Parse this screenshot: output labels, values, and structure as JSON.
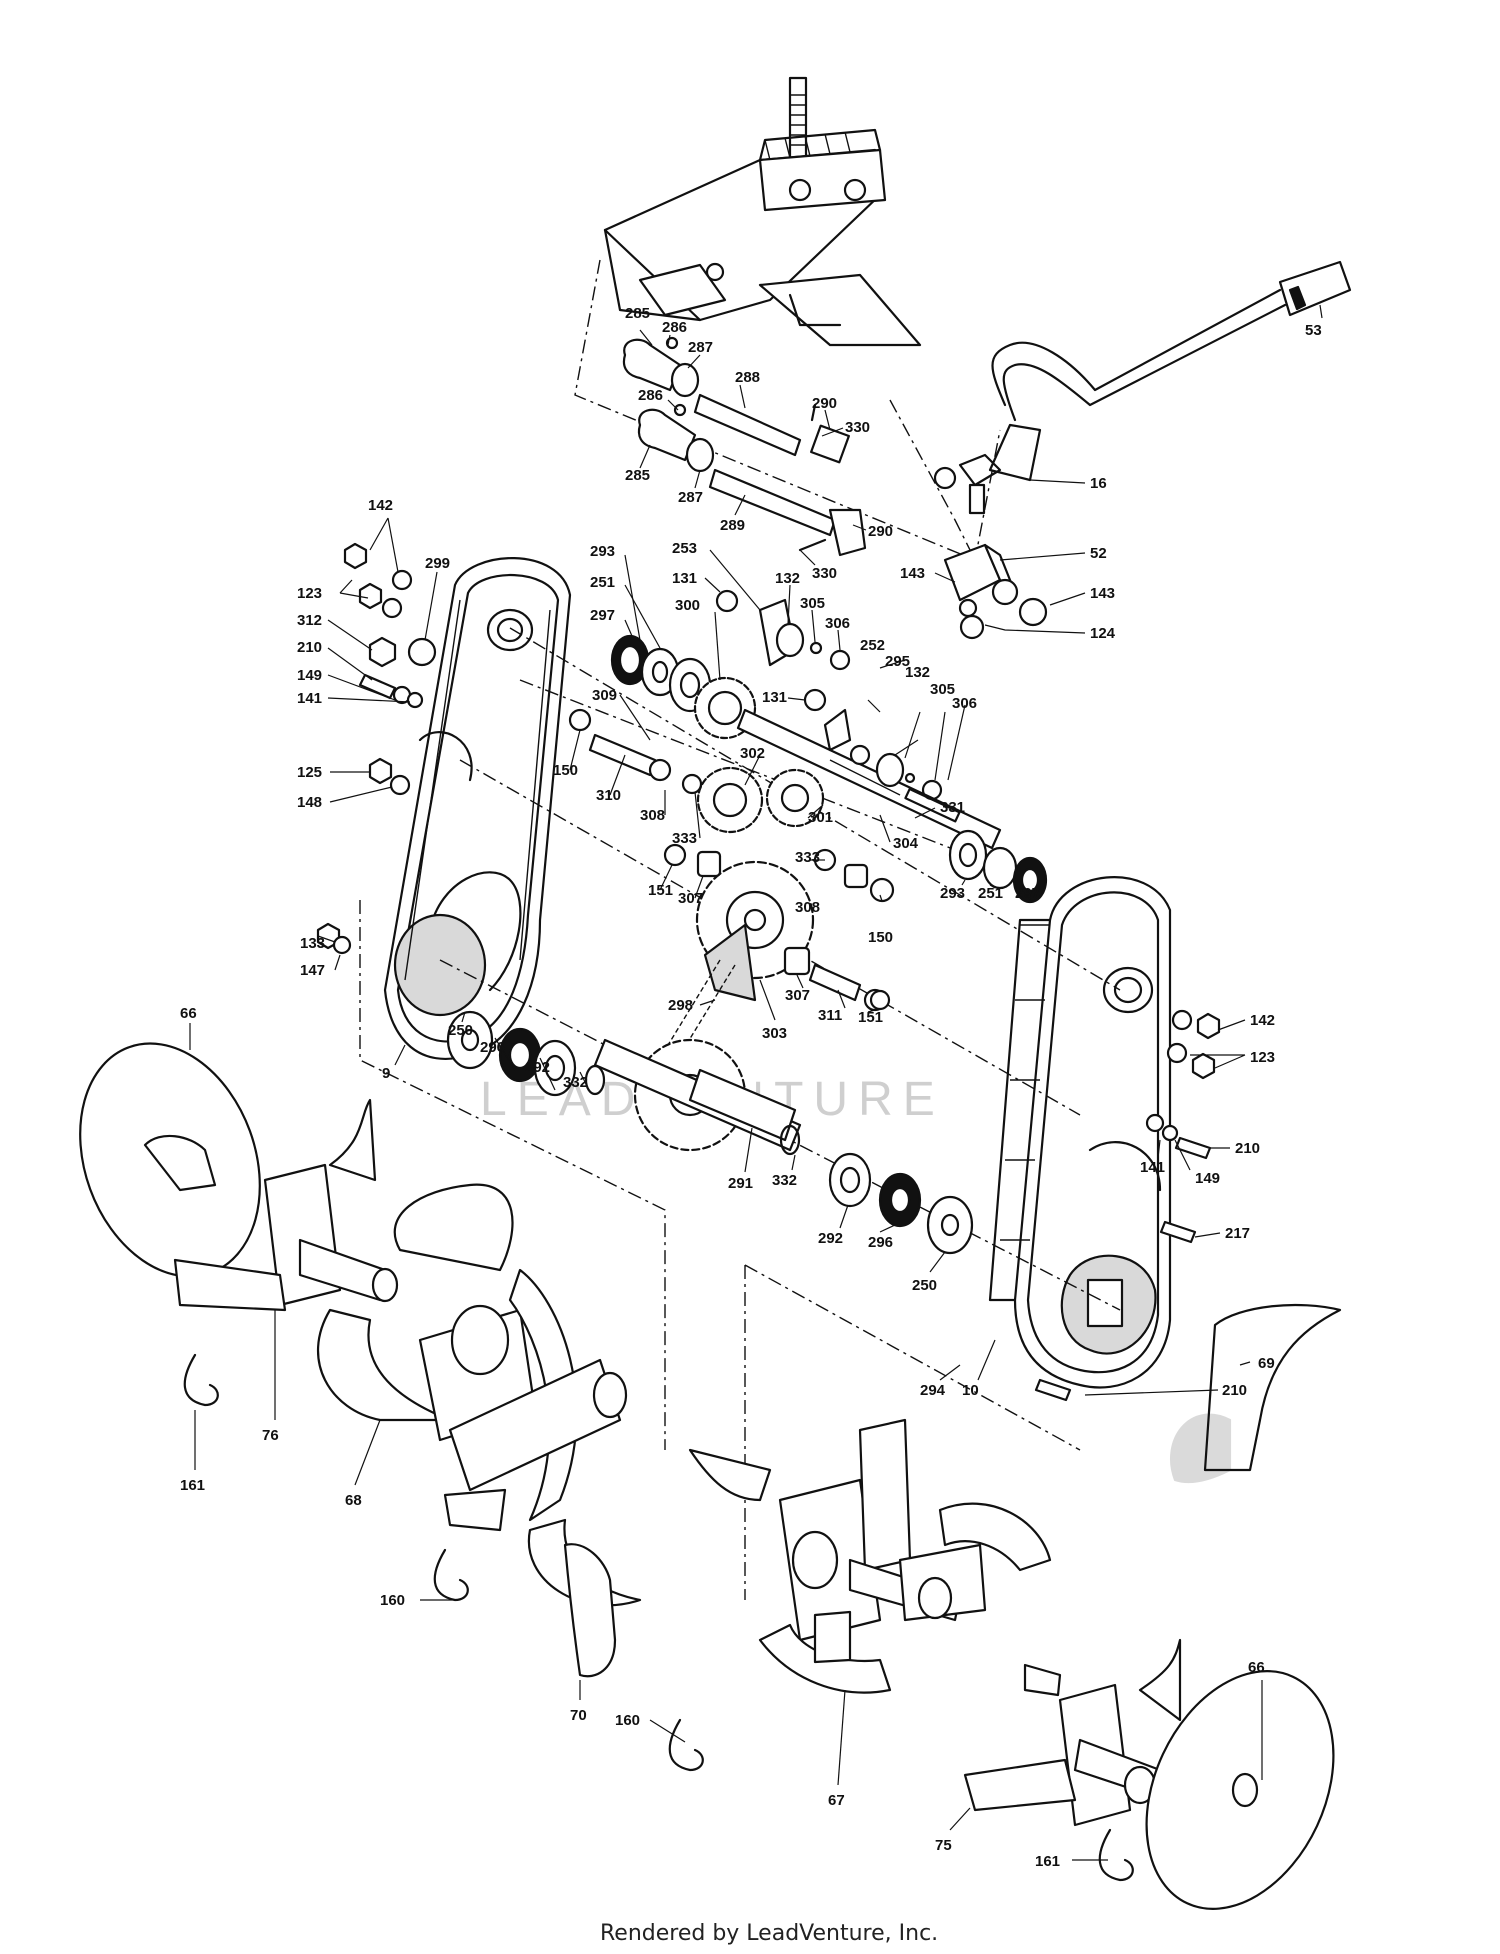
{
  "watermark": "LEADVENTURE",
  "footer": {
    "credit": "Rendered by LeadVenture, Inc."
  },
  "labels": {
    "l285a": "285",
    "l286a": "286",
    "l287a": "287",
    "l288": "288",
    "l290a": "290",
    "l330a": "330",
    "l286b": "286",
    "l285b": "285",
    "l287b": "287",
    "l289": "289",
    "l290b": "290",
    "l330b": "330",
    "l53": "53",
    "l16": "16",
    "l52": "52",
    "l143a": "143",
    "l143b": "143",
    "l124": "124",
    "l142a": "142",
    "l123a": "123",
    "l299": "299",
    "l312": "312",
    "l210a": "210",
    "l149a": "149",
    "l141a": "141",
    "l125": "125",
    "l148": "148",
    "l293a": "293",
    "l251a": "251",
    "l297a": "297",
    "l300": "300",
    "l253": "253",
    "l131a": "131",
    "l132a": "132",
    "l305a": "305",
    "l306a": "306",
    "l252": "252",
    "l131b": "131",
    "l295": "295",
    "l132b": "132",
    "l305b": "305",
    "l306b": "306",
    "l309": "309",
    "l150a": "150",
    "l310": "310",
    "l302": "302",
    "l308a": "308",
    "l333a": "333",
    "l301": "301",
    "l331": "331",
    "l304": "304",
    "l333b": "333",
    "l308b": "308",
    "l151a": "151",
    "l307a": "307",
    "l293b": "293",
    "l251b": "251",
    "l297b": "297",
    "l150b": "150",
    "l307b": "307",
    "l311": "311",
    "l151b": "151",
    "l303": "303",
    "l133": "133",
    "l147": "147",
    "l250a": "250",
    "l296a": "296",
    "l292a": "292",
    "l332a": "332",
    "l298": "298",
    "l9": "9",
    "l66a": "66",
    "l142b": "142",
    "l123b": "123",
    "l210b": "210",
    "l141b": "141",
    "l149b": "149",
    "l217": "217",
    "l291": "291",
    "l332b": "332",
    "l292b": "292",
    "l296b": "296",
    "l250b": "250",
    "l210c": "210",
    "l294": "294",
    "l10": "10",
    "l69": "69",
    "l76": "76",
    "l68": "68",
    "l161a": "161",
    "l160a": "160",
    "l70": "70",
    "l160b": "160",
    "l67": "67",
    "l75": "75",
    "l66b": "66",
    "l161b": "161"
  }
}
